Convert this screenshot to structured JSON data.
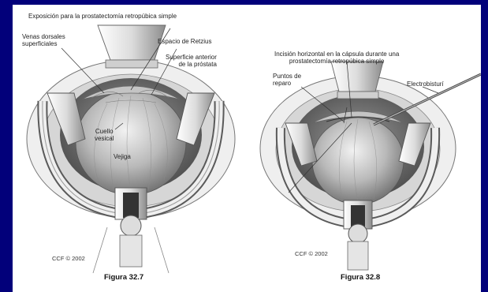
{
  "slide": {
    "background": "#02007a"
  },
  "figure_left": {
    "title": "Exposición para la prostatectomía retropúbica simple",
    "labels": {
      "venas": [
        "Venas dorsales",
        "superficiales"
      ],
      "retzius": "Espacio de Retzius",
      "superficie": [
        "Superficie anterior",
        "de la próstata"
      ],
      "cuello": [
        "Cuello",
        "vesical"
      ],
      "vejiga": "Vejiga"
    },
    "credit": "CCF © 2002",
    "caption": "Figura 32.7"
  },
  "figure_right": {
    "title": [
      "Incisión horizontal en la cápsula durante una",
      "prostatectomía retropúbica simple"
    ],
    "labels": {
      "puntos": [
        "Puntos de",
        "reparo"
      ],
      "electro": "Electrobisturí"
    },
    "credit": "CCF © 2002",
    "caption": "Figura 32.8"
  }
}
